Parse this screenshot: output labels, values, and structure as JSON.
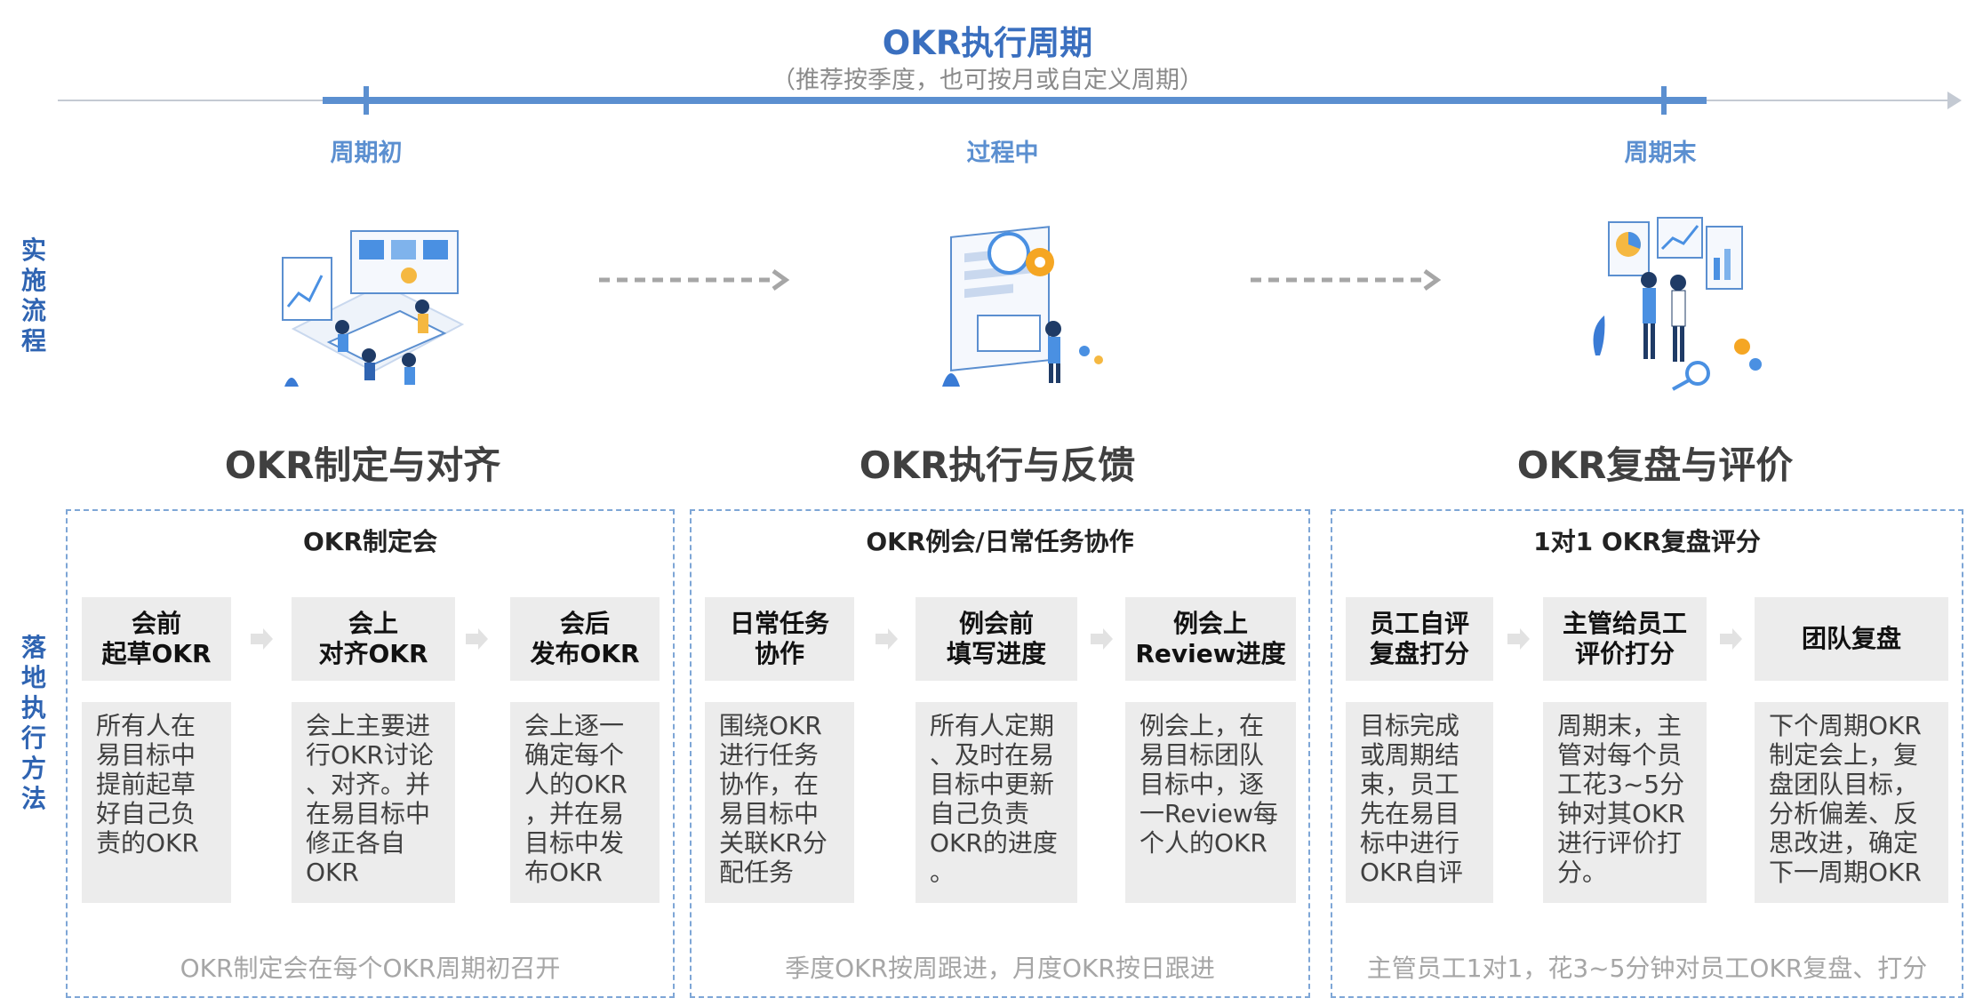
{
  "header": {
    "title": "OKR执行周期",
    "subtitle": "（推荐按季度，也可按月或自定义周期）"
  },
  "timeline": {
    "stages": [
      "周期初",
      "过程中",
      "周期末"
    ]
  },
  "side_labels": {
    "process": "实施流程",
    "method": "落地执行方法"
  },
  "phases": [
    {
      "title": "OKR制定与对齐",
      "panel_title": "OKR制定会",
      "footer": "OKR制定会在每个OKR周期初召开",
      "steps": [
        {
          "head": "会前\n起草OKR",
          "body": "所有人在\n易目标中\n提前起草\n好自己负\n责的OKR"
        },
        {
          "head": "会上\n对齐OKR",
          "body": "会上主要进\n行OKR讨论\n、对齐。并\n在易目标中\n修正各自\nOKR"
        },
        {
          "head": "会后\n发布OKR",
          "body": "会上逐一\n确定每个\n人的OKR\n，并在易\n目标中发\n布OKR"
        }
      ]
    },
    {
      "title": "OKR执行与反馈",
      "panel_title": "OKR例会/日常任务协作",
      "footer": "季度OKR按周跟进，月度OKR按日跟进",
      "steps": [
        {
          "head": "日常任务\n协作",
          "body": "围绕OKR\n进行任务\n协作，在\n易目标中\n关联KR分\n配任务"
        },
        {
          "head": "例会前\n填写进度",
          "body": "所有人定期\n、及时在易\n目标中更新\n自己负责\nOKR的进度\n。"
        },
        {
          "head": "例会上\nReview进度",
          "body": "例会上，在\n易目标团队\n目标中，逐\n一Review每\n个人的OKR"
        }
      ]
    },
    {
      "title": "OKR复盘与评价",
      "panel_title": "1对1 OKR复盘评分",
      "footer": "主管员工1对1，花3~5分钟对员工OKR复盘、打分",
      "steps": [
        {
          "head": "员工自评\n复盘打分",
          "body": "目标完成\n或周期结\n束，员工\n先在易目\n标中进行\nOKR自评"
        },
        {
          "head": "主管给员工\n评价打分",
          "body": "周期末，主\n管对每个员\n工花3~5分\n钟对其OKR\n进行评价打\n分。"
        },
        {
          "head": "团队复盘",
          "body": "下个周期OKR\n制定会上，复\n盘团队目标，\n分析偏差、反\n思改进，确定\n下一周期OKR"
        }
      ]
    }
  ],
  "colors": {
    "accent": "#3a6fbf",
    "timeline": "#5b8fd0",
    "panel_border": "#7ea6d6",
    "box_fill": "#ececec",
    "footer_text": "#a6a6a6"
  }
}
